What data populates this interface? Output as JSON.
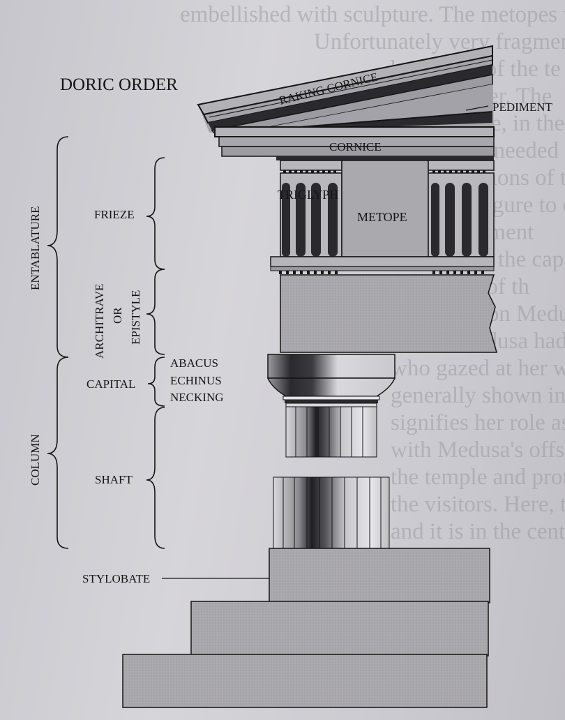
{
  "title": "DORIC ORDER",
  "labels": {
    "raking_cornice": "RAKING CORNICE",
    "pediment": "PEDIMENT",
    "cornice": "CORNICE",
    "triglyph": "TRIGLYPH",
    "metope": "METOPE",
    "frieze": "FRIEZE",
    "architrave": "ARCHITRAVE",
    "or": "OR",
    "epistyle": "EPISTYLE",
    "entablature": "ENTABLATURE",
    "abacus": "ABACUS",
    "echinus": "ECHINUS",
    "necking": "NECKING",
    "capital": "CAPITAL",
    "column": "COLUMN",
    "shaft": "SHAFT",
    "stylobate": "STYLOBATE"
  },
  "colors": {
    "stone": "#a9a8ad",
    "stone_dark": "#2a2a2e",
    "line": "#151515",
    "paper": "#cfcfd4"
  },
  "background_text": [
    "embellished with sculpture. The metopes were",
    "Unfortunately very fragmentary today",
    "both ends of the te",
    "rical manner. The",
    "for example, in the",
    "decoration needed",
    "narrow regions of the trian",
    "reclining figure to cit",
    "in the pediment",
    "revered for the capac",
    "the center of th",
    "is the gorgon Medusa, a wom",
    "whose Medusa had a hideous face, so ugly that",
    "who gazed at her was turned into stone. She is",
    "generally shown in the pediment with a",
    "signifies her role as a winged creature, typi",
    "with Medusa's offspring. Together, they serve",
    "the temple and protect it from the hostility of th",
    "the visitors. Here, the typical detail of the scene",
    "and it is in the center of the pediment, as is th"
  ]
}
